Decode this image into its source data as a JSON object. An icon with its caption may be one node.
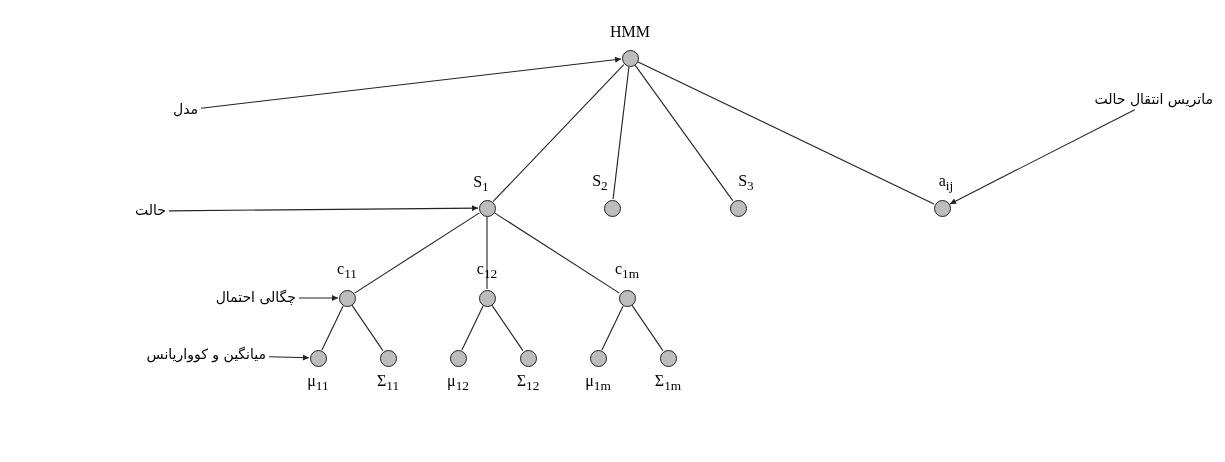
{
  "diagram": {
    "nodes": [
      {
        "text": [
          "HMM"
        ]
      },
      {
        "text": [
          "مدل"
        ]
      },
      {
        "text": [
          "ماتریس انتقال حالت"
        ]
      },
      {
        "text": [
          "S$_{1}$"
        ]
      },
      {
        "text": [
          "S$_{2}$"
        ]
      },
      {
        "text": [
          "S$_{3}$"
        ]
      },
      {
        "text": [
          "a$_{ij}$"
        ]
      },
      {
        "text": [
          "حالت"
        ]
      },
      {
        "text": [
          "c$_{11}$"
        ]
      },
      {
        "text": [
          "c$_{12}$"
        ]
      },
      {
        "text": [
          "c$_{1m}$"
        ]
      },
      {
        "text": [
          "چگالی احتمال"
        ]
      },
      {
        "text": [
          "μ$_{11}$"
        ]
      },
      {
        "text": [
          "Σ$_{11}$"
        ]
      },
      {
        "text": [
          "μ$_{12}$"
        ]
      },
      {
        "text": [
          "Σ$_{12}$"
        ]
      },
      {
        "text": [
          "μ$_{1m}$"
        ]
      },
      {
        "text": [
          "Σ$_{1m}$"
        ]
      },
      {
        "text": [
          "میانگین و کوواریانس"
        ]
      }
    ],
    "edges": [
      {
        "from": 1,
        "to": 0,
        "arrow": "to"
      },
      {
        "from": 2,
        "to": 6,
        "arrow": "to"
      },
      {
        "from": 7,
        "to": 3,
        "arrow": "to"
      },
      {
        "from": 11,
        "to": 8,
        "arrow": "to"
      },
      {
        "from": 18,
        "to": 12,
        "arrow": "to"
      },
      {
        "from": 0,
        "to": 3,
        "arrow": "none"
      },
      {
        "from": 0,
        "to": 4,
        "arrow": "none"
      },
      {
        "from": 0,
        "to": 5,
        "arrow": "none"
      },
      {
        "from": 0,
        "to": 6,
        "arrow": "none"
      },
      {
        "from": 3,
        "to": 8,
        "arrow": "none"
      },
      {
        "from": 3,
        "to": 9,
        "arrow": "none"
      },
      {
        "from": 3,
        "to": 10,
        "arrow": "none"
      },
      {
        "from": 8,
        "to": 12,
        "arrow": "none"
      },
      {
        "from": 8,
        "to": 13,
        "arrow": "none"
      },
      {
        "from": 9,
        "to": 14,
        "arrow": "none"
      },
      {
        "from": 9,
        "to": 15,
        "arrow": "none"
      },
      {
        "from": 10,
        "to": 16,
        "arrow": "none"
      },
      {
        "from": 10,
        "to": 17,
        "arrow": "none"
      }
    ]
  }
}
